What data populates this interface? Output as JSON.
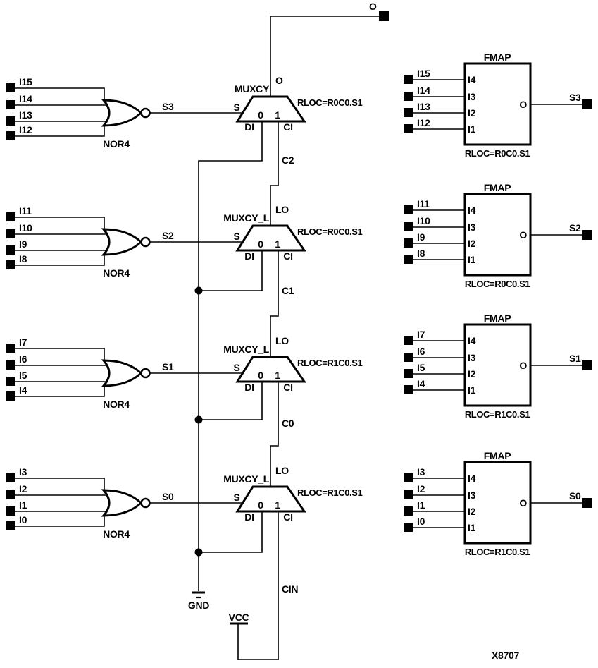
{
  "diagram": {
    "figure_id": "X8707",
    "background": "#ffffff",
    "ink": "#000000",
    "top_output_label": "O",
    "carry": {
      "c2": "C2",
      "c1": "C1",
      "c0": "C0",
      "cin": "CIN"
    },
    "power": {
      "gnd": "GND",
      "vcc": "VCC"
    },
    "rows": [
      {
        "nor": {
          "label": "NOR4",
          "inputs": [
            "I15",
            "I14",
            "I13",
            "I12"
          ],
          "output": "S3"
        },
        "mux": {
          "name": "MUXCY",
          "rloc": "RLOC=R0C0.S1",
          "pin_s": "S",
          "pin_0": "0",
          "pin_1": "1",
          "pin_di": "DI",
          "pin_ci": "CI",
          "pin_out": "O"
        },
        "fmap": {
          "title": "FMAP",
          "rloc": "RLOC=R0C0.S1",
          "inputs": [
            "I15",
            "I14",
            "I13",
            "I12"
          ],
          "pins": [
            "I4",
            "I3",
            "I2",
            "I1"
          ],
          "pin_out": "O",
          "output": "S3"
        }
      },
      {
        "nor": {
          "label": "NOR4",
          "inputs": [
            "I11",
            "I10",
            "I9",
            "I8"
          ],
          "output": "S2"
        },
        "mux": {
          "name": "MUXCY_L",
          "rloc": "RLOC=R0C0.S1",
          "pin_s": "S",
          "pin_0": "0",
          "pin_1": "1",
          "pin_di": "DI",
          "pin_ci": "CI",
          "pin_out": "LO"
        },
        "fmap": {
          "title": "FMAP",
          "rloc": "RLOC=R0C0.S1",
          "inputs": [
            "I11",
            "I10",
            "I9",
            "I8"
          ],
          "pins": [
            "I4",
            "I3",
            "I2",
            "I1"
          ],
          "pin_out": "O",
          "output": "S2"
        }
      },
      {
        "nor": {
          "label": "NOR4",
          "inputs": [
            "I7",
            "I6",
            "I5",
            "I4"
          ],
          "output": "S1"
        },
        "mux": {
          "name": "MUXCY_L",
          "rloc": "RLOC=R1C0.S1",
          "pin_s": "S",
          "pin_0": "0",
          "pin_1": "1",
          "pin_di": "DI",
          "pin_ci": "CI",
          "pin_out": "LO"
        },
        "fmap": {
          "title": "FMAP",
          "rloc": "RLOC=R1C0.S1",
          "inputs": [
            "I7",
            "I6",
            "I5",
            "I4"
          ],
          "pins": [
            "I4",
            "I3",
            "I2",
            "I1"
          ],
          "pin_out": "O",
          "output": "S1"
        }
      },
      {
        "nor": {
          "label": "NOR4",
          "inputs": [
            "I3",
            "I2",
            "I1",
            "I0"
          ],
          "output": "S0"
        },
        "mux": {
          "name": "MUXCY_L",
          "rloc": "RLOC=R1C0.S1",
          "pin_s": "S",
          "pin_0": "0",
          "pin_1": "1",
          "pin_di": "DI",
          "pin_ci": "CI",
          "pin_out": "LO"
        },
        "fmap": {
          "title": "FMAP",
          "rloc": "RLOC=R1C0.S1",
          "inputs": [
            "I3",
            "I2",
            "I1",
            "I0"
          ],
          "pins": [
            "I4",
            "I3",
            "I2",
            "I1"
          ],
          "pin_out": "O",
          "output": "S0"
        }
      }
    ]
  }
}
